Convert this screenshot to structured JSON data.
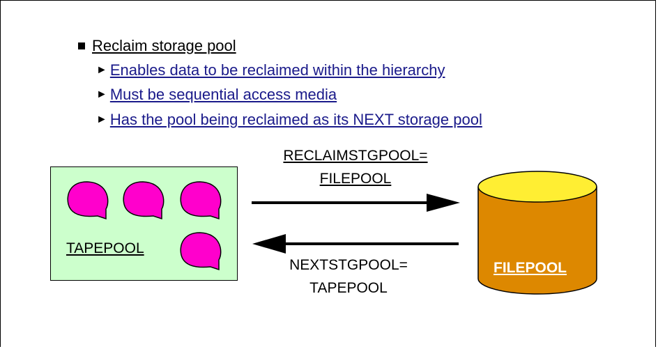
{
  "heading": "Reclaim storage pool",
  "bullets": [
    "Enables data to be reclaimed within the hierarchy",
    "Must be sequential access media",
    "Has the pool being reclaimed as its NEXT storage pool"
  ],
  "arrow_top_label": {
    "line1": "RECLAIMSTGPOOL=",
    "line2": "FILEPOOL"
  },
  "arrow_bottom_label": {
    "line1": "NEXTSTGPOOL=",
    "line2": "TAPEPOOL"
  },
  "tape_pool_label": "TAPEPOOL",
  "file_pool_label": "FILEPOOL",
  "colors": {
    "tape_box": "#ccffcc",
    "tape_cartridge": "#ff00cc",
    "cylinder_body": "#dd8800",
    "cylinder_top": "#ffee33",
    "link_text": "#1a1a8a"
  }
}
